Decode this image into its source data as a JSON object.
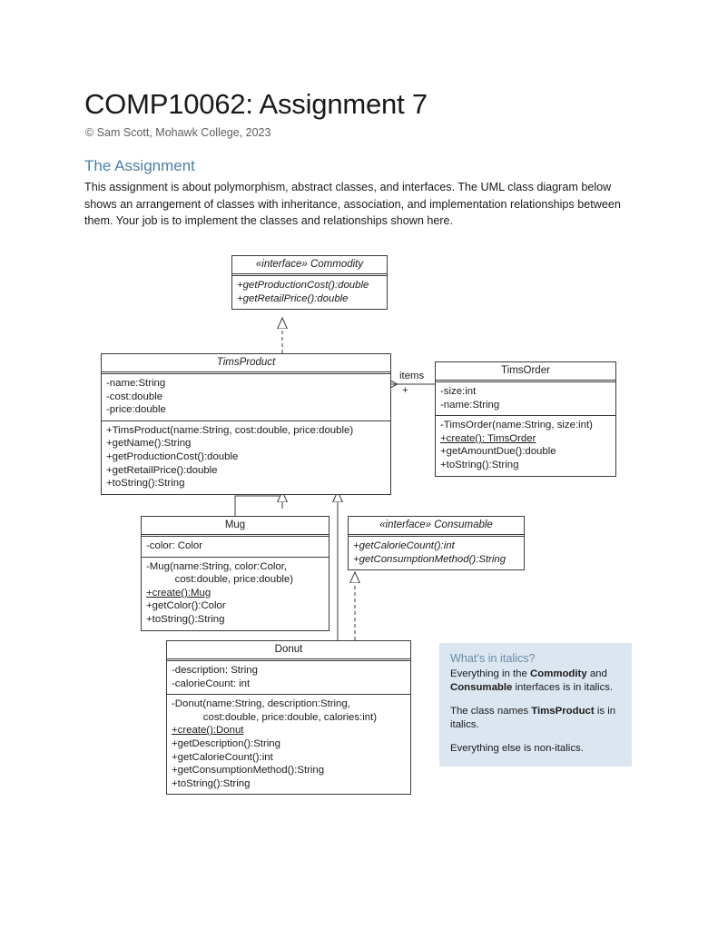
{
  "document": {
    "title": "COMP10062: Assignment 7",
    "byline": "© Sam Scott, Mohawk College, 2023",
    "section_heading": "The Assignment",
    "paragraph": "This assignment is about polymorphism, abstract classes, and interfaces. The UML class diagram below shows an arrangement of classes with inheritance, association, and implementation relationships between them. Your job is to implement the classes and relationships shown here."
  },
  "colors": {
    "heading_blue": "#4a80a8",
    "callout_background": "#dce6f1",
    "callout_heading": "#6e8aa6",
    "line": "#3b3b3b",
    "text": "#1a1a1a"
  },
  "diagram": {
    "commodity": {
      "stereotype": "«interface»",
      "name": "Commodity",
      "title": "«interface» Commodity",
      "methods": [
        "+getProductionCost():double",
        "+getRetailPrice():double"
      ]
    },
    "tims_product": {
      "name": "TimsProduct",
      "attributes": [
        "-name:String",
        "-cost:double",
        "-price:double"
      ],
      "methods": [
        "+TimsProduct(name:String, cost:double, price:double)",
        "+getName():String",
        "+getProductionCost():double",
        "+getRetailPrice():double",
        "+toString():String"
      ]
    },
    "tims_order": {
      "name": "TimsOrder",
      "attributes": [
        "-size:int",
        "-name:String"
      ],
      "methods": [
        "-TimsOrder(name:String, size:int)",
        "+create(): TimsOrder",
        "+getAmountDue():double",
        "+toString():String"
      ],
      "static_method": "+create(): TimsOrder"
    },
    "mug": {
      "name": "Mug",
      "attributes": [
        "-color: Color"
      ],
      "methods": [
        "-Mug(name:String, color:Color,",
        "          cost:double, price:double)",
        "+create():Mug",
        "+getColor():Color",
        "+toString():String"
      ],
      "static_method": "+create():Mug"
    },
    "consumable": {
      "stereotype": "«interface»",
      "name": "Consumable",
      "title": "«interface» Consumable",
      "methods": [
        "+getCalorieCount():int",
        "+getConsumptionMethod():String"
      ]
    },
    "donut": {
      "name": "Donut",
      "attributes": [
        "-description: String",
        "-calorieCount: int"
      ],
      "methods": [
        "-Donut(name:String, description:String,",
        "           cost:double, price:double, calories:int)",
        "+create():Donut",
        "+getDescription():String",
        "+getCalorieCount():int",
        "+getConsumptionMethod():String",
        "+toString():String"
      ],
      "static_method": "+create():Donut"
    },
    "association": {
      "label": "items",
      "multiplicity": "+"
    }
  },
  "callout": {
    "heading": "What’s in italics?",
    "paragraph1_before": "Everything in the ",
    "paragraph1_bold1": "Commodity",
    "paragraph1_mid": " and ",
    "paragraph1_bold2": "Consumable",
    "paragraph1_after": " interfaces is in italics.",
    "paragraph2_before": "The class names ",
    "paragraph2_bold": "TimsProduct",
    "paragraph2_after": " is in italics.",
    "paragraph3": "Everything else is non-italics."
  }
}
